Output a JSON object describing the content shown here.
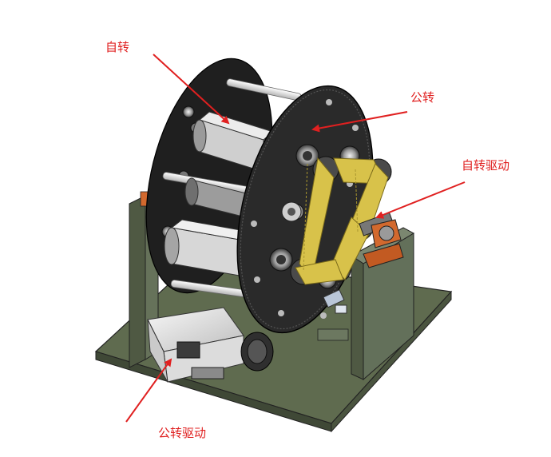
{
  "labels": {
    "self_rotation": "自转",
    "orbit_rotation": "公转",
    "self_rotation_drive": "自转驱动",
    "orbit_rotation_drive": "公转驱动"
  },
  "colors": {
    "annotation": "#e02020",
    "base_plate": "#5f6b4f",
    "disk": "#262626",
    "belt": "#d8c24a",
    "bearing_block": "#d2692e",
    "motor": "#e8e8e8"
  }
}
